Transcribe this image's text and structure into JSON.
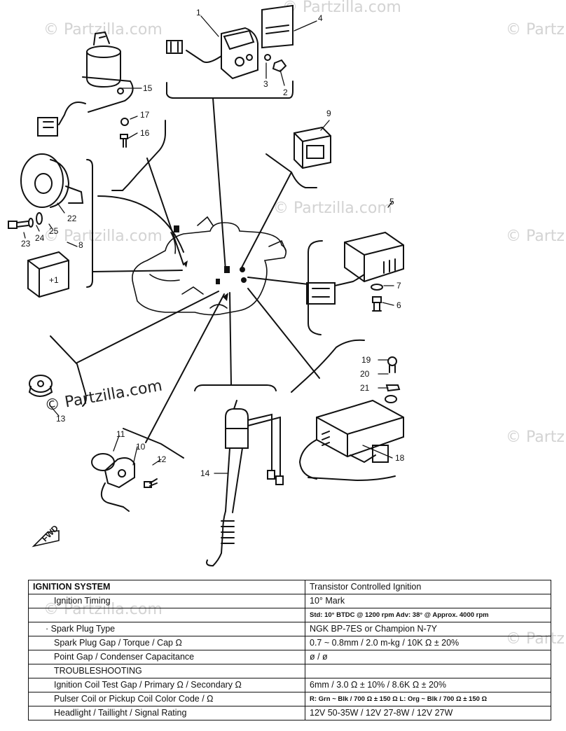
{
  "watermark_text": "© Partzilla.com",
  "callouts": {
    "c1": "1",
    "c2": "2",
    "c3": "3",
    "c4": "4",
    "c5": "5",
    "c6": "6",
    "c7": "7",
    "c8": "8",
    "c9": "9",
    "c10": "10",
    "c11": "11",
    "c12": "12",
    "c13": "13",
    "c14": "14",
    "c15": "15",
    "c16": "16",
    "c17": "17",
    "c18": "18",
    "c19": "19",
    "c20": "20",
    "c21": "21",
    "c22": "22",
    "c23": "23",
    "c24": "24",
    "c25": "25"
  },
  "fwd_label": "FWD",
  "coil_label": "+1",
  "spec_table": {
    "rows": [
      {
        "label": "IGNITION SYSTEM",
        "value": "Transistor Controlled Ignition"
      },
      {
        "label": "Ignition Timing",
        "value": "10° Mark"
      },
      {
        "label": "",
        "value": "Std: 10° BTDC @ 1200 rpm   Adv: 38° @ Approx. 4000 rpm"
      },
      {
        "label": "· Spark Plug Type",
        "value": "NGK BP-7ES or Champion N-7Y"
      },
      {
        "label": "Spark Plug Gap / Torque / Cap Ω",
        "value": "0.7 ~ 0.8mm / 2.0 m-kg / 10K Ω ± 20%"
      },
      {
        "label": "Point Gap / Condenser Capacitance",
        "value": "ø / ø"
      },
      {
        "label": "TROUBLESHOOTING",
        "value": ""
      },
      {
        "label": "Ignition Coil Test Gap / Primary Ω / Secondary Ω",
        "value": "6mm / 3.0 Ω ± 10% / 8.6K Ω ± 20%"
      },
      {
        "label": "Pulser Coil or Pickup Coil Color Code / Ω",
        "value": "R: Grn ~ Blk / 700 Ω ± 150 Ω   L: Org ~ Blk / 700 Ω ± 150 Ω"
      },
      {
        "label": "Headlight / Taillight / Signal Rating",
        "value": "12V 50-35W / 12V 27-8W / 12V 27W"
      }
    ]
  }
}
